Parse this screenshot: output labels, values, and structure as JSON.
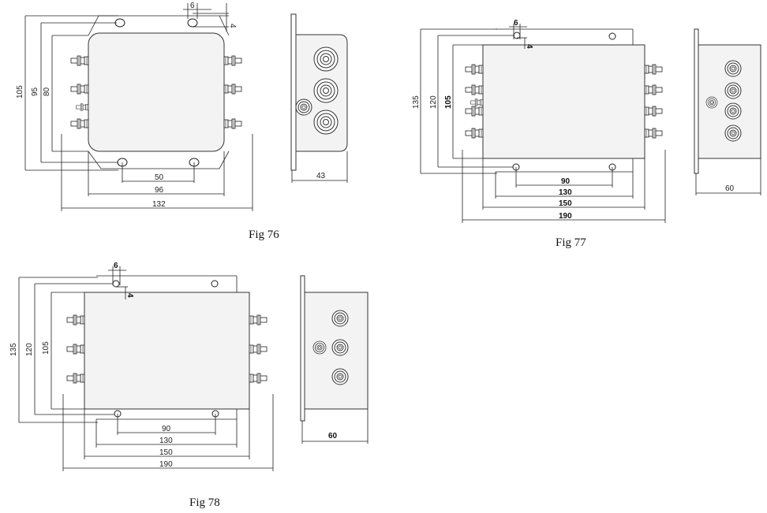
{
  "fig76": {
    "caption": "Fig 76",
    "dims": {
      "hole_d": "6",
      "offset": "4",
      "h_outer": "105",
      "h_mid": "95",
      "h_inner": "80",
      "w_holes": "50",
      "w_body": "96",
      "w_total": "132",
      "side_depth": "43"
    }
  },
  "fig77": {
    "caption": "Fig 77",
    "dims": {
      "hole_d": "6",
      "offset": "4",
      "h_outer": "135",
      "h_mid": "120",
      "h_inner": "105",
      "w_holes": "90",
      "w_a": "130",
      "w_b": "150",
      "w_total": "190",
      "side_depth": "60"
    }
  },
  "fig78": {
    "caption": "Fig 78",
    "dims": {
      "hole_d": "6",
      "offset": "4",
      "h_outer": "135",
      "h_mid": "120",
      "h_inner": "105",
      "w_holes": "90",
      "w_a": "130",
      "w_b": "150",
      "w_total": "190",
      "side_depth": "60"
    }
  },
  "colors": {
    "body_fill": "#f3f3f3",
    "line": "#222222"
  }
}
